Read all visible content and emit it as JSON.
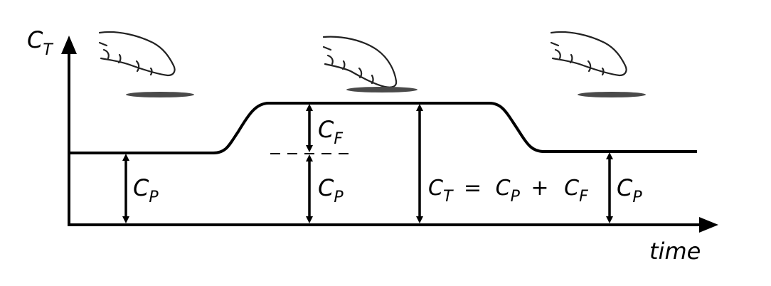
{
  "y_axis": {
    "main": "C",
    "sub": "T"
  },
  "x_axis": {
    "label": "time"
  },
  "labels": {
    "cp": {
      "main": "C",
      "sub": "P"
    },
    "cf": {
      "main": "C",
      "sub": "F"
    }
  },
  "equation": {
    "lhs_main": "C",
    "lhs_sub": "T",
    "eq": "=",
    "t1_main": "C",
    "t1_sub": "P",
    "plus": "+",
    "t2_main": "C",
    "t2_sub": "F"
  },
  "finger_states": [
    "hover",
    "touch",
    "hover"
  ],
  "colors": {
    "line": "#000000",
    "pad": "#4a4a4a",
    "finger": "#222222"
  }
}
